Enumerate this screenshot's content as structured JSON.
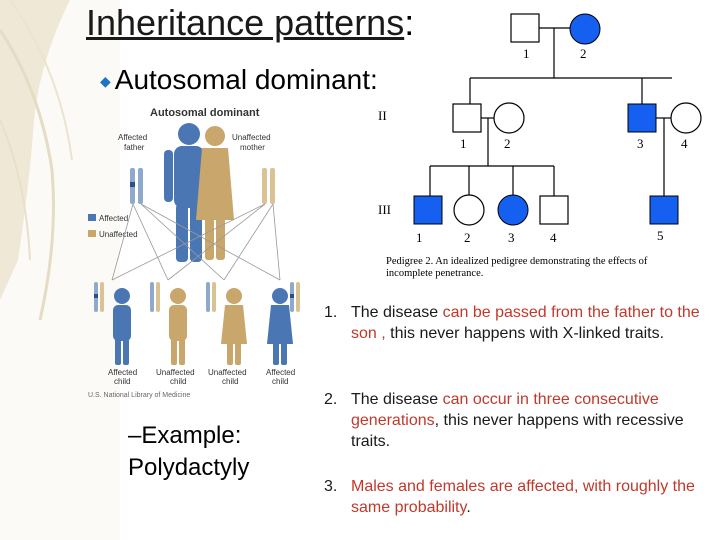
{
  "slide": {
    "title": "Inheritance patterns",
    "title_colon": ":",
    "subtitle": "Autosomal dominant:",
    "example_dash": "–",
    "example_label": "Example:",
    "example_value": "Polydactyly"
  },
  "illustration": {
    "heading": "Autosomal dominant",
    "affected_father": [
      "Affected",
      "father"
    ],
    "unaffected_mother": [
      "Unaffected",
      "mother"
    ],
    "legend_affected": "Affected",
    "legend_unaffected": "Unaffected",
    "children": [
      [
        "Affected",
        "child"
      ],
      [
        "Unaffected",
        "child"
      ],
      [
        "Unaffected",
        "child"
      ],
      [
        "Affected",
        "child"
      ]
    ],
    "credit": "U.S. National Library of Medicine",
    "colors": {
      "affected": "#4a77b4",
      "unaffected": "#c9a66b"
    }
  },
  "pedigree": {
    "gen1_labels": [
      "1",
      "2"
    ],
    "gen2_roman": "II",
    "gen2_labels": [
      "1",
      "2",
      "3",
      "4"
    ],
    "gen3_roman": "III",
    "gen3_labels": [
      "1",
      "2",
      "3",
      "4",
      "5"
    ],
    "caption": [
      "Pedigree 2. An idealized pedigree demonstrating the effects of",
      "incomplete penetrance."
    ],
    "affected_color": "#1560f0"
  },
  "points": [
    {
      "num": "1.",
      "pre": "The disease ",
      "red": "can be passed from the father to the son ,",
      "post": " this never happens with X-linked traits."
    },
    {
      "num": "2.",
      "pre": "The disease ",
      "red": "can occur in three consecutive generations",
      "post": ", this never happens with recessive traits."
    },
    {
      "num": "3.",
      "pre": "",
      "red": "Males and females are affected, with roughly the same probability",
      "post": "."
    }
  ]
}
